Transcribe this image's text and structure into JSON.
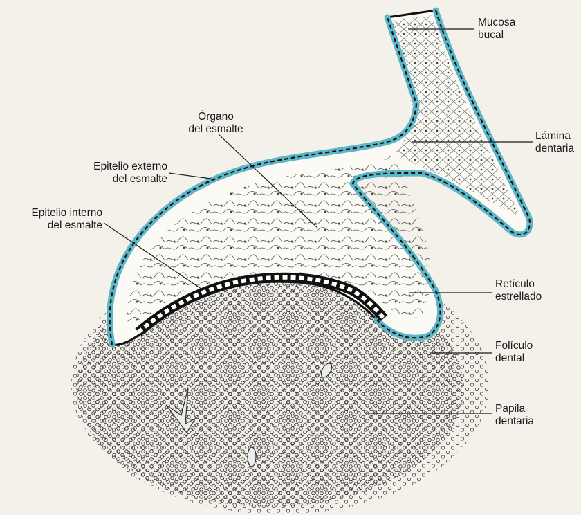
{
  "diagram": {
    "labels": {
      "mucosa_bucal": [
        "Mucosa",
        "bucal"
      ],
      "lamina_dentaria": [
        "Lámina",
        "dentaria"
      ],
      "organo_esmalte": [
        "Órgano",
        "del esmalte"
      ],
      "epitelio_externo": [
        "Epitelio externo",
        "del esmalte"
      ],
      "epitelio_interno": [
        "Epitelio interno",
        "del esmalte"
      ],
      "reticulo_estrellado": [
        "Retículo",
        "estrellado"
      ],
      "foliculo_dental": [
        "Folículo",
        "dental"
      ],
      "papila_dentaria": [
        "Papila",
        "dentaria"
      ]
    },
    "colors": {
      "background": "#f3f1ea",
      "epithelium_blue": "#5cb6c8",
      "ink": "#1a1a1a"
    }
  }
}
